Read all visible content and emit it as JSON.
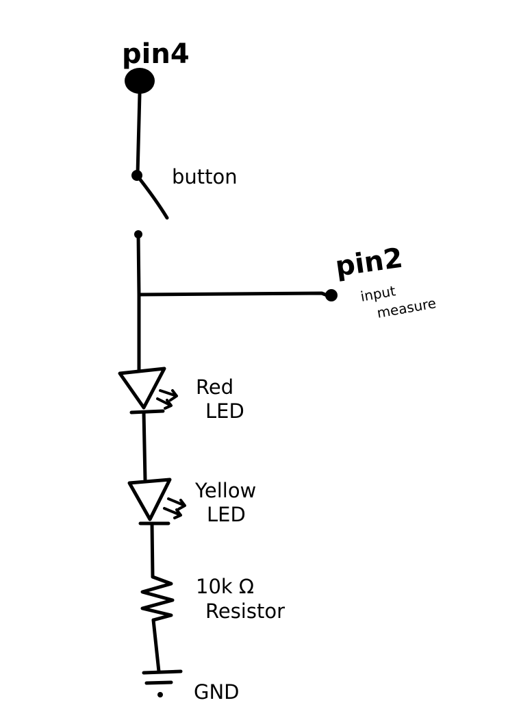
{
  "diagram": {
    "nodes": {
      "pin4": {
        "label": "pin4"
      },
      "button": {
        "label": "button"
      },
      "pin2": {
        "label": "pin2",
        "sublabel_line1": "input",
        "sublabel_line2": "measure"
      },
      "red_led": {
        "label_line1": "Red",
        "label_line2": "LED"
      },
      "yellow_led": {
        "label_line1": "Yellow",
        "label_line2": "LED"
      },
      "resistor": {
        "label_line1": "10k Ω",
        "label_line2": "Resistor"
      },
      "gnd": {
        "label": "GND"
      }
    },
    "connections": [
      [
        "pin4",
        "button"
      ],
      [
        "button",
        "junction"
      ],
      [
        "junction",
        "pin2"
      ],
      [
        "junction",
        "red_led"
      ],
      [
        "red_led",
        "yellow_led"
      ],
      [
        "yellow_led",
        "resistor"
      ],
      [
        "resistor",
        "gnd"
      ]
    ]
  }
}
